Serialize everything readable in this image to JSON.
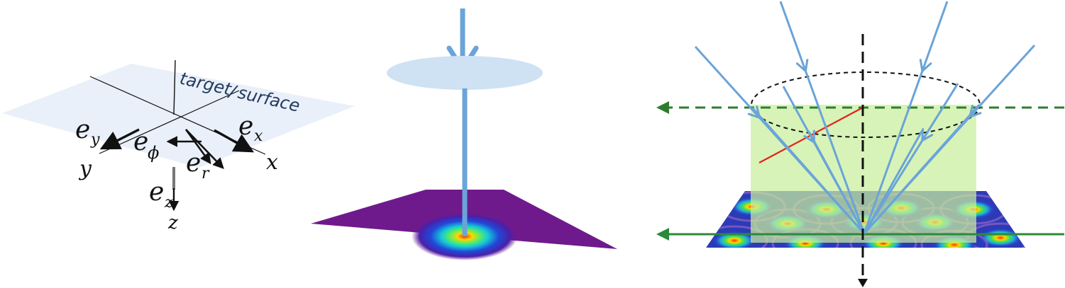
{
  "panel_left": {
    "labels": {
      "target": "target",
      "surface": "surface",
      "ey": "e",
      "ey_sub": "y",
      "ex": "e",
      "ex_sub": "x",
      "ephi": "e",
      "ephi_sub": "ϕ",
      "er": "e",
      "er_sub": "r",
      "ez": "e",
      "ez_sub": "z",
      "x": "x",
      "y": "y",
      "z": "z"
    }
  },
  "colors": {
    "plane_fill": "#e9f0fa",
    "beam_blue": "#6aa4d8",
    "axis_black": "#111111",
    "ez_gray": "#777777",
    "purple_surface": "#6f1a8c",
    "green_dashed": "#2e7d2e",
    "green_solid": "#2a8a3a",
    "green_region": "#c9ef9d",
    "red_line": "#e0231b",
    "lens_fill": "#cfe2f3"
  }
}
